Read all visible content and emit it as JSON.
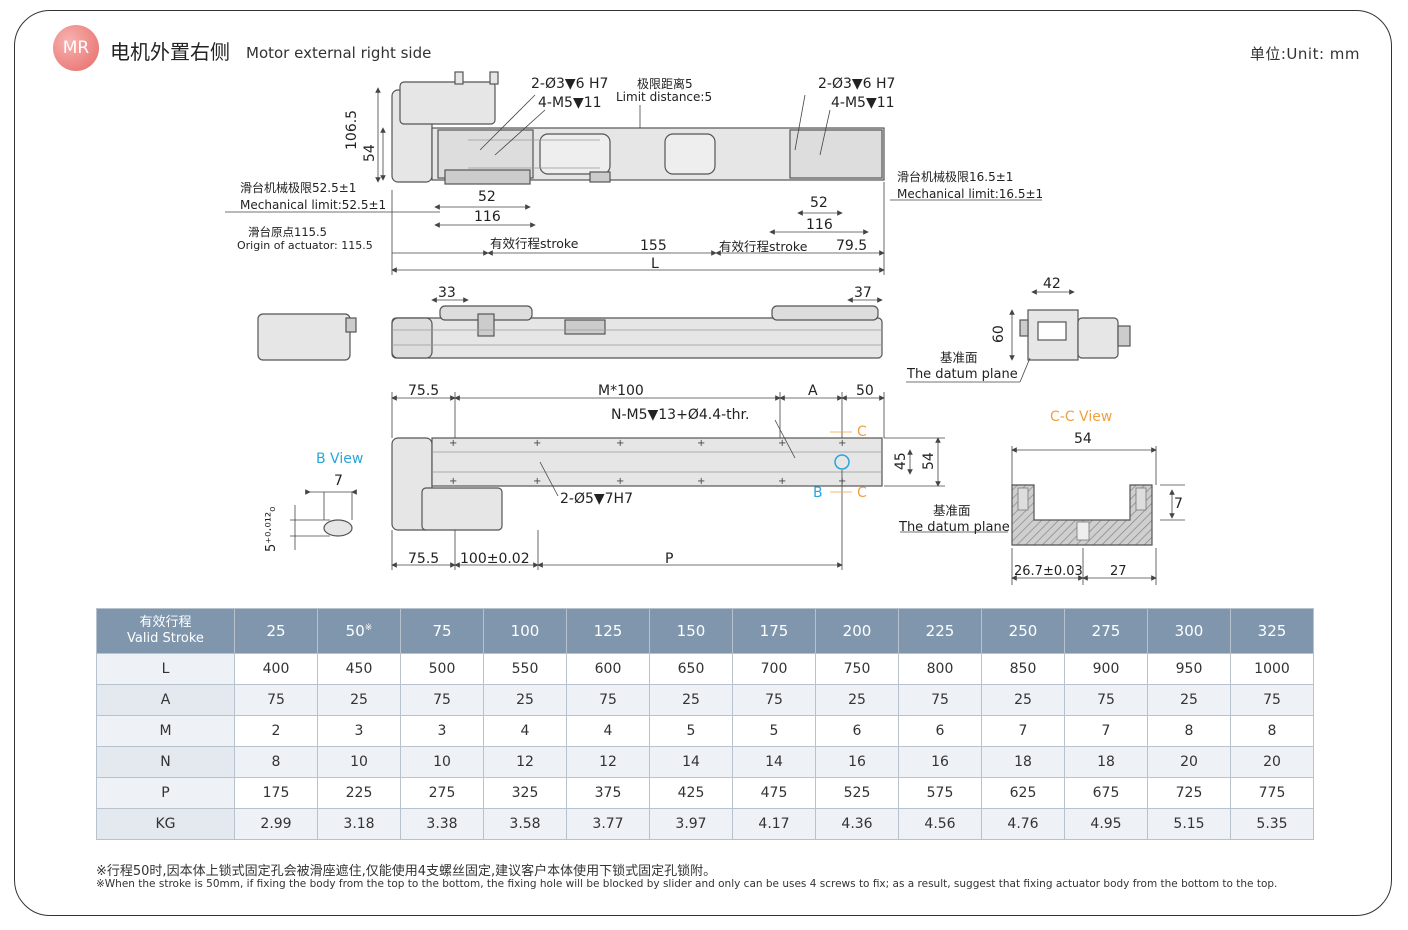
{
  "header": {
    "badge": "MR",
    "title_cn": "电机外置右侧",
    "title_en": "Motor external right side",
    "unit": "单位:Unit: mm"
  },
  "drawing": {
    "top_view": {
      "hole_spec_left": "2-Ø3▼6 H7",
      "thread_spec_left": "4-M5▼11",
      "limit_cn": "极限距离5",
      "limit_en": "Limit distance:5",
      "hole_spec_right": "2-Ø3▼6 H7",
      "thread_spec_right": "4-M5▼11",
      "dim_106_5": "106.5",
      "dim_54": "54",
      "mech_limit_left_cn": "滑台机械极限52.5±1",
      "mech_limit_left_en": "Mechanical limit:52.5±1",
      "mech_limit_right_cn": "滑台机械极限16.5±1",
      "mech_limit_right_en": "Mechanical limit:16.5±1",
      "dim_52_left": "52",
      "dim_116_left": "116",
      "dim_52_right": "52",
      "dim_116_right": "116",
      "origin_cn": "滑台原点115.5",
      "origin_en": "Origin of actuator: 115.5",
      "stroke_left": "有效行程stroke",
      "dim_155": "155",
      "stroke_right": "有效行程stroke",
      "dim_79_5": "79.5",
      "dim_L": "L"
    },
    "side_view": {
      "dim_33": "33",
      "dim_37": "37",
      "dim_42": "42",
      "dim_60": "60",
      "datum_cn": "基准面",
      "datum_en": "The datum plane"
    },
    "bottom_view": {
      "dim_75_5_top": "75.5",
      "dim_M100": "M*100",
      "dim_A": "A",
      "dim_50": "50",
      "thread_spec": "N-M5▼13+Ø4.4-thr.",
      "section_mark_top": "C",
      "section_mark_bottom": "C",
      "b_mark": "B",
      "dim_45": "45",
      "dim_54": "54",
      "pin_spec": "2-Ø5▼7H7",
      "dim_75_5_bottom": "75.5",
      "dim_100": "100±0.02",
      "dim_P": "P",
      "b_view_title": "B View",
      "b_dim_7": "7",
      "b_tol": "5⁺⁰·⁰¹²₀"
    },
    "cc_view": {
      "title": "C-C View",
      "dim_54": "54",
      "dim_7": "7",
      "datum_cn": "基准面",
      "datum_en": "The datum plane",
      "dim_26_7": "26.7±0.03",
      "dim_27": "27"
    },
    "colors": {
      "body": "#e6e6e6",
      "outline": "#555555",
      "dim": "#444444",
      "b_view": "#2aa5dc",
      "c_view": "#f0a040",
      "section": "#b5b5b5"
    }
  },
  "table": {
    "header_cn": "有效行程",
    "header_en": "Valid Stroke",
    "strokes": [
      "25",
      "50",
      "75",
      "100",
      "125",
      "150",
      "175",
      "200",
      "225",
      "250",
      "275",
      "300",
      "325"
    ],
    "stroke_note_mark": "※",
    "rows": [
      {
        "label": "L",
        "values": [
          "400",
          "450",
          "500",
          "550",
          "600",
          "650",
          "700",
          "750",
          "800",
          "850",
          "900",
          "950",
          "1000"
        ]
      },
      {
        "label": "A",
        "values": [
          "75",
          "25",
          "75",
          "25",
          "75",
          "25",
          "75",
          "25",
          "75",
          "25",
          "75",
          "25",
          "75"
        ]
      },
      {
        "label": "M",
        "values": [
          "2",
          "3",
          "3",
          "4",
          "4",
          "5",
          "5",
          "6",
          "6",
          "7",
          "7",
          "8",
          "8"
        ]
      },
      {
        "label": "N",
        "values": [
          "8",
          "10",
          "10",
          "12",
          "12",
          "14",
          "14",
          "16",
          "16",
          "18",
          "18",
          "20",
          "20"
        ]
      },
      {
        "label": "P",
        "values": [
          "175",
          "225",
          "275",
          "325",
          "375",
          "425",
          "475",
          "525",
          "575",
          "625",
          "675",
          "725",
          "775"
        ]
      },
      {
        "label": "KG",
        "values": [
          "2.99",
          "3.18",
          "3.38",
          "3.58",
          "3.77",
          "3.97",
          "4.17",
          "4.36",
          "4.56",
          "4.76",
          "4.95",
          "5.15",
          "5.35"
        ]
      }
    ]
  },
  "notes": {
    "cn": "※行程50时,因本体上锁式固定孔会被滑座遮住,仅能使用4支螺丝固定,建议客户本体使用下锁式固定孔锁附。",
    "en": "※When the stroke is 50mm, if fixing the body from the top to the bottom, the fixing hole will be blocked by slider and only can be uses 4 screws to fix; as a result, suggest that fixing actuator body from the bottom to the top."
  }
}
